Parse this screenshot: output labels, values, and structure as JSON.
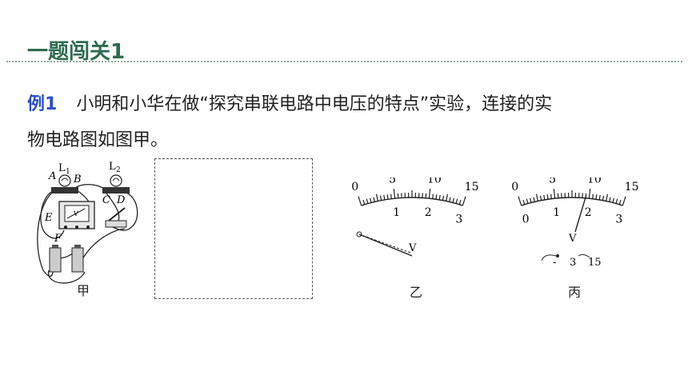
{
  "title": "一题闯关1",
  "example": {
    "label": "例1",
    "text_line1": "小明和小华在做“探究串联电路中电压的特点”实验，连接的实",
    "text_line2": "物电路图如图甲。"
  },
  "figure_jia": {
    "caption": "甲",
    "L1": "L",
    "L1_sub": "1",
    "L2": "L",
    "L2_sub": "2",
    "A": "A",
    "B": "B",
    "C": "C",
    "D": "D",
    "E": "E",
    "F": "F",
    "V": "V"
  },
  "figure_yi": {
    "caption": "乙",
    "big_labels": [
      "0",
      "5",
      "10",
      "15"
    ],
    "small_labels": [
      "1",
      "2",
      "3"
    ],
    "unit": "V",
    "needle_value": 0
  },
  "figure_bing": {
    "caption": "丙",
    "big_labels": [
      "0",
      "5",
      "10",
      "15"
    ],
    "small_labels": [
      "0",
      "1",
      "2",
      "3"
    ],
    "unit": "V",
    "terminals": [
      "-",
      "3",
      "15"
    ],
    "needle_value_small_scale": 1.9
  }
}
